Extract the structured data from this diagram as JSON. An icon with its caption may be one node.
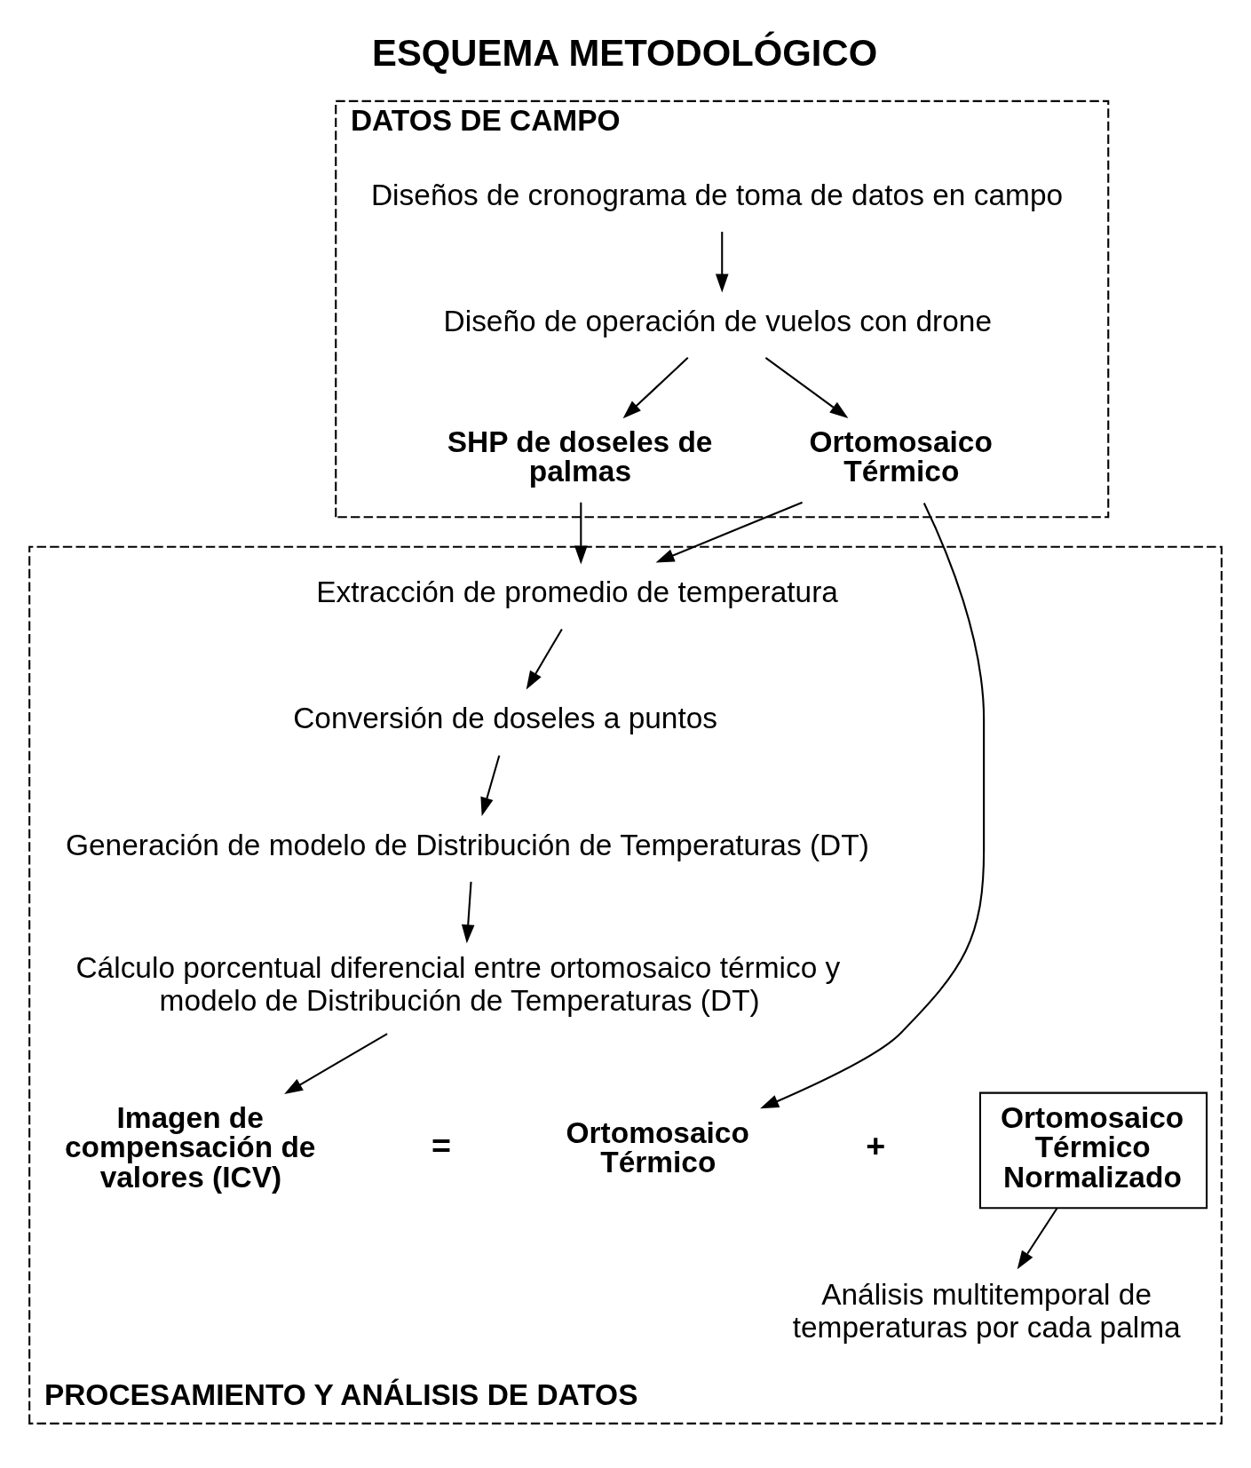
{
  "diagram": {
    "title": "ESQUEMA METODOLÓGICO",
    "nodes": [
      {
        "text": [
          "DATOS DE CAMPO"
        ]
      },
      {
        "text": [
          "Diseños de cronograma de toma de datos en campo"
        ],
        "in": 0
      },
      {
        "text": [
          "Diseño de operación de vuelos con drone"
        ],
        "in": 0
      },
      {
        "text": [
          "Ortomosaico Térmico"
        ],
        "in": 0
      },
      {
        "text": [
          "SHP de doseles de palmas"
        ],
        "in": 0
      },
      {
        "text": [
          "PROCESAMIENTO Y ANÁLISIS DE DATOS"
        ]
      },
      {
        "text": [
          "Extracción de promedio de temperatura"
        ],
        "in": 5
      },
      {
        "text": [
          "Conversión de doseles a puntos"
        ],
        "in": 5
      },
      {
        "text": [
          "Generación de modelo de Distribución de Temperaturas (DT)"
        ],
        "in": 5
      },
      {
        "text": [
          "Cálculo porcentual diferencial entre ortomosaico térmico y modelo de Distribución de Temperaturas (DT)"
        ],
        "in": 5
      },
      {
        "text": [
          "Ortomosaico Térmico"
        ],
        "in": 5
      },
      {
        "text": [
          "Imagen de compensación de valores (ICV)"
        ],
        "in": 5
      },
      {
        "text": [
          "Ortomosaico Térmico Normalizado"
        ],
        "in": 5
      },
      {
        "text": [
          "Análisis multitemporal de temperaturas por cada palma"
        ],
        "in": 5
      }
    ],
    "edges": [
      {
        "from": 1,
        "to": 2,
        "arrow": "to"
      },
      {
        "from": 2,
        "to": 3,
        "arrow": "to"
      },
      {
        "from": 2,
        "to": 4,
        "arrow": "to"
      },
      {
        "from": 3,
        "to": 6,
        "arrow": "to"
      },
      {
        "from": 4,
        "to": 6,
        "arrow": "to"
      },
      {
        "from": 6,
        "to": 7,
        "arrow": "to"
      },
      {
        "from": 7,
        "to": 8,
        "arrow": "to"
      },
      {
        "from": 8,
        "to": 9,
        "arrow": "to"
      },
      {
        "from": 9,
        "to": 11,
        "arrow": "to"
      },
      {
        "from": 3,
        "to": 10,
        "arrow": "to"
      },
      {
        "from": 12,
        "to": 13,
        "arrow": "to"
      }
    ],
    "labels": [
      "+",
      "="
    ]
  }
}
